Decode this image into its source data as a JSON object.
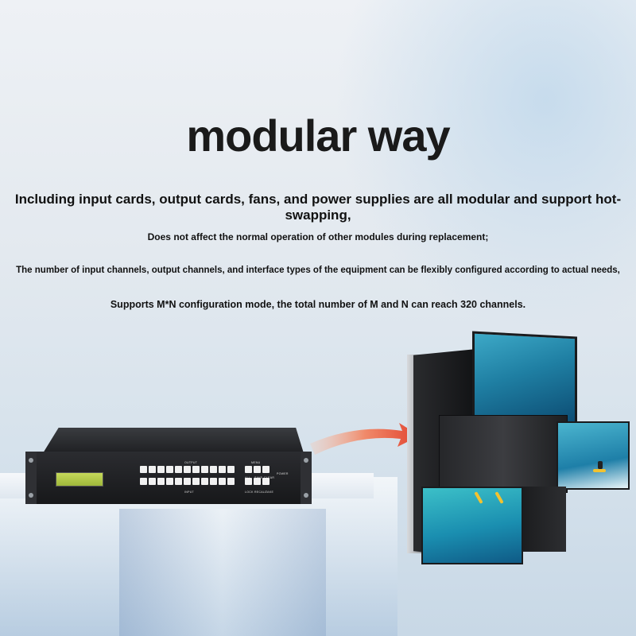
{
  "title": "modular way",
  "lines": [
    "Including input cards, output cards, fans, and power supplies are all modular and support hot-swapping,",
    "Does not affect the normal operation of other modules during replacement;",
    "The number of input channels, output channels, and interface types of the equipment can be flexibly configured according to actual needs,",
    "Supports M*N configuration mode, the total number of M and N can reach 320 channels."
  ],
  "device_labels": {
    "output": "OUTPUT",
    "input": "INPUT",
    "menu": "MENU",
    "buttons_top": [
      "ALL",
      "SAVE",
      "CLEAR"
    ],
    "buttons_bottom": [
      "LOCK",
      "RECALL",
      "TAKE"
    ],
    "power": "POWER"
  },
  "colors": {
    "accent_arrow": "#e8503a",
    "lcd": "#b5cc48"
  }
}
